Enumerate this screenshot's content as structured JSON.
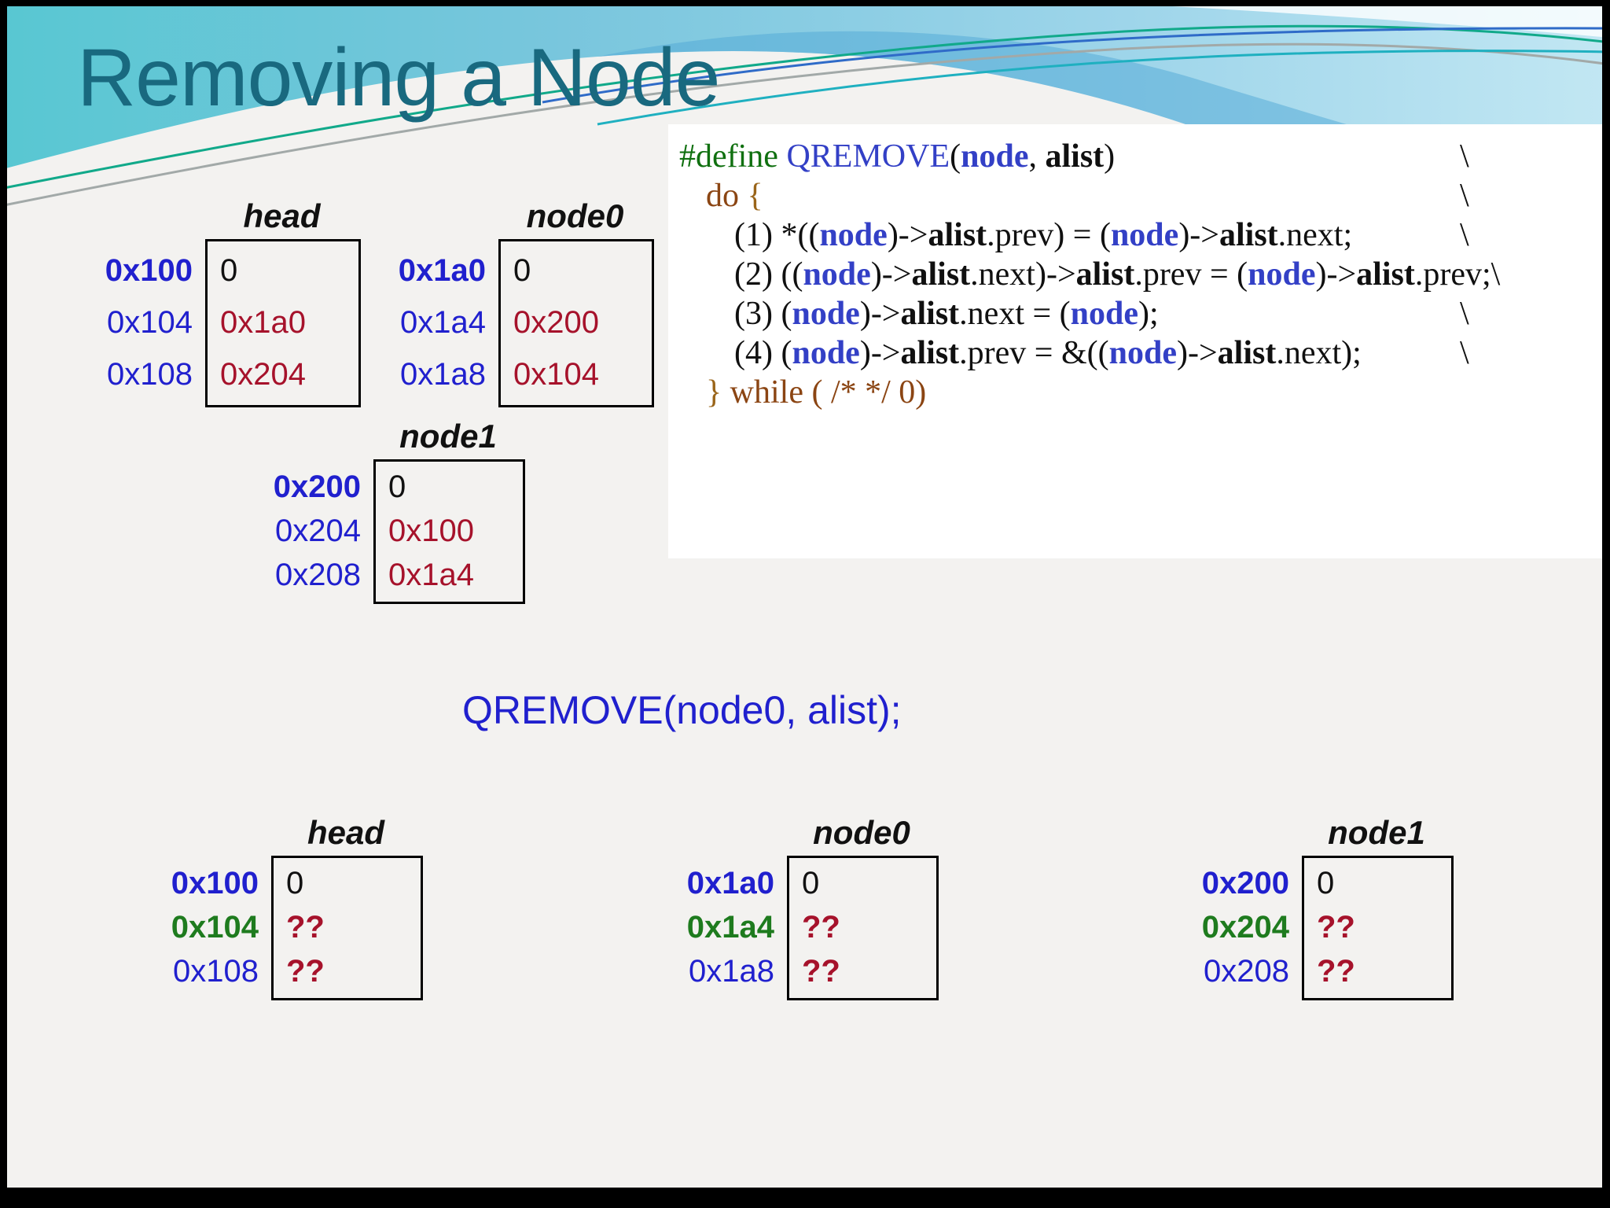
{
  "title": "Removing a Node",
  "call_statement": "QREMOVE(node0, alist);",
  "macro_code": {
    "continuation_char": "\\",
    "lines": [
      {
        "indent": 0,
        "cont": "column",
        "segments": [
          {
            "t": "#define ",
            "s": "green"
          },
          {
            "t": "QREMOVE",
            "s": "blue"
          },
          {
            "t": "(",
            "s": "plain"
          },
          {
            "t": "node",
            "s": "blue-bold"
          },
          {
            "t": ", ",
            "s": "plain"
          },
          {
            "t": "alist",
            "s": "bold"
          },
          {
            "t": ")",
            "s": "plain"
          }
        ]
      },
      {
        "indent": 1,
        "cont": "column",
        "segments": [
          {
            "t": "do ",
            "s": "brown"
          },
          {
            "t": "{",
            "s": "brace"
          }
        ]
      },
      {
        "indent": 2,
        "cont": "column",
        "segments": [
          {
            "t": "(1) *((",
            "s": "plain"
          },
          {
            "t": "node",
            "s": "blue-bold"
          },
          {
            "t": ")->",
            "s": "plain"
          },
          {
            "t": "alist",
            "s": "bold"
          },
          {
            "t": ".prev) = (",
            "s": "plain"
          },
          {
            "t": "node",
            "s": "blue-bold"
          },
          {
            "t": ")->",
            "s": "plain"
          },
          {
            "t": "alist",
            "s": "bold"
          },
          {
            "t": ".next;",
            "s": "plain"
          }
        ]
      },
      {
        "indent": 2,
        "cont": "inline",
        "segments": [
          {
            "t": "(2) ((",
            "s": "plain"
          },
          {
            "t": "node",
            "s": "blue-bold"
          },
          {
            "t": ")->",
            "s": "plain"
          },
          {
            "t": "alist",
            "s": "bold"
          },
          {
            "t": ".next)->",
            "s": "plain"
          },
          {
            "t": "alist",
            "s": "bold"
          },
          {
            "t": ".prev = (",
            "s": "plain"
          },
          {
            "t": "node",
            "s": "blue-bold"
          },
          {
            "t": ")->",
            "s": "plain"
          },
          {
            "t": "alist",
            "s": "bold"
          },
          {
            "t": ".prev;",
            "s": "plain"
          }
        ]
      },
      {
        "indent": 2,
        "cont": "column",
        "segments": [
          {
            "t": "(3) (",
            "s": "plain"
          },
          {
            "t": "node",
            "s": "blue-bold"
          },
          {
            "t": ")->",
            "s": "plain"
          },
          {
            "t": "alist",
            "s": "bold"
          },
          {
            "t": ".next = (",
            "s": "plain"
          },
          {
            "t": "node",
            "s": "blue-bold"
          },
          {
            "t": ");",
            "s": "plain"
          }
        ]
      },
      {
        "indent": 2,
        "cont": "column",
        "segments": [
          {
            "t": "(4) (",
            "s": "plain"
          },
          {
            "t": "node",
            "s": "blue-bold"
          },
          {
            "t": ")->",
            "s": "plain"
          },
          {
            "t": "alist",
            "s": "bold"
          },
          {
            "t": ".prev = &((",
            "s": "plain"
          },
          {
            "t": "node",
            "s": "blue-bold"
          },
          {
            "t": ")->",
            "s": "plain"
          },
          {
            "t": "alist",
            "s": "bold"
          },
          {
            "t": ".next);",
            "s": "plain"
          }
        ]
      },
      {
        "indent": 1,
        "cont": "none",
        "segments": [
          {
            "t": "} ",
            "s": "brace"
          },
          {
            "t": "while ( /* */ 0)",
            "s": "brown"
          }
        ]
      }
    ]
  },
  "memory_before": [
    {
      "name": "head",
      "rows": [
        {
          "addr": "0x100",
          "addr_style": "blue-bold",
          "value": "0",
          "value_style": "black"
        },
        {
          "addr": "0x104",
          "addr_style": "blue",
          "value": "0x1a0",
          "value_style": "red"
        },
        {
          "addr": "0x108",
          "addr_style": "blue",
          "value": "0x204",
          "value_style": "red"
        }
      ]
    },
    {
      "name": "node0",
      "rows": [
        {
          "addr": "0x1a0",
          "addr_style": "blue-bold",
          "value": "0",
          "value_style": "black"
        },
        {
          "addr": "0x1a4",
          "addr_style": "blue",
          "value": "0x200",
          "value_style": "red"
        },
        {
          "addr": "0x1a8",
          "addr_style": "blue",
          "value": "0x104",
          "value_style": "red"
        }
      ]
    },
    {
      "name": "node1",
      "rows": [
        {
          "addr": "0x200",
          "addr_style": "blue-bold",
          "value": "0",
          "value_style": "black"
        },
        {
          "addr": "0x204",
          "addr_style": "blue",
          "value": "0x100",
          "value_style": "red"
        },
        {
          "addr": "0x208",
          "addr_style": "blue",
          "value": "0x1a4",
          "value_style": "red"
        }
      ]
    }
  ],
  "memory_after": [
    {
      "name": "head",
      "rows": [
        {
          "addr": "0x100",
          "addr_style": "blue-bold",
          "value": "0",
          "value_style": "black"
        },
        {
          "addr": "0x104",
          "addr_style": "green-bold",
          "value": "??",
          "value_style": "red-bold"
        },
        {
          "addr": "0x108",
          "addr_style": "blue",
          "value": "??",
          "value_style": "red-bold"
        }
      ]
    },
    {
      "name": "node0",
      "rows": [
        {
          "addr": "0x1a0",
          "addr_style": "blue-bold",
          "value": "0",
          "value_style": "black"
        },
        {
          "addr": "0x1a4",
          "addr_style": "green-bold",
          "value": "??",
          "value_style": "red-bold"
        },
        {
          "addr": "0x1a8",
          "addr_style": "blue",
          "value": "??",
          "value_style": "red-bold"
        }
      ]
    },
    {
      "name": "node1",
      "rows": [
        {
          "addr": "0x200",
          "addr_style": "blue-bold",
          "value": "0",
          "value_style": "black"
        },
        {
          "addr": "0x204",
          "addr_style": "green-bold",
          "value": "??",
          "value_style": "red-bold"
        },
        {
          "addr": "0x208",
          "addr_style": "blue",
          "value": "??",
          "value_style": "red-bold"
        }
      ]
    }
  ],
  "colors": {
    "title": "#19697F",
    "address_blue": "#2020CE",
    "address_green": "#1E7B1E",
    "value_red": "#A6122B",
    "code_green": "#107010",
    "code_blue": "#3340C6",
    "code_brown": "#8B4513",
    "call_blue": "#2020CE",
    "wave_turquoise": "#58C7D2",
    "wave_sky": "#C2E7F3"
  }
}
